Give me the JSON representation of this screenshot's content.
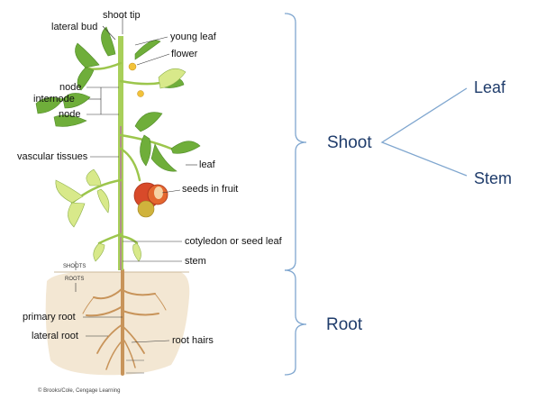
{
  "labels": {
    "shoot_tip": "shoot tip",
    "lateral_bud": "lateral bud",
    "young_leaf": "young leaf",
    "flower": "flower",
    "node_upper": "node",
    "internode": "internode",
    "node_lower": "node",
    "vascular_tissues": "vascular tissues",
    "leaf": "leaf",
    "seeds_in_fruit": "seeds in fruit",
    "cotyledon": "cotyledon or seed leaf",
    "stem": "stem",
    "shoots_marker": "SHOOTS",
    "roots_marker": "ROOTS",
    "primary_root": "primary root",
    "lateral_root": "lateral root",
    "root_hairs": "root hairs"
  },
  "categories": {
    "shoot": "Shoot",
    "root": "Root",
    "leaf": "Leaf",
    "stem": "Stem"
  },
  "credit": "© Brooks/Cole, Cengage Learning",
  "colors": {
    "category_text": "#1f3c6b",
    "brace": "#7fa6cf",
    "leaf_green": "#6fae3a",
    "leaf_light": "#d8e98a",
    "stem_green": "#a8cf5a",
    "fruit_red": "#d84a2a",
    "soil": "#f3e7d3",
    "root": "#c8945a"
  }
}
